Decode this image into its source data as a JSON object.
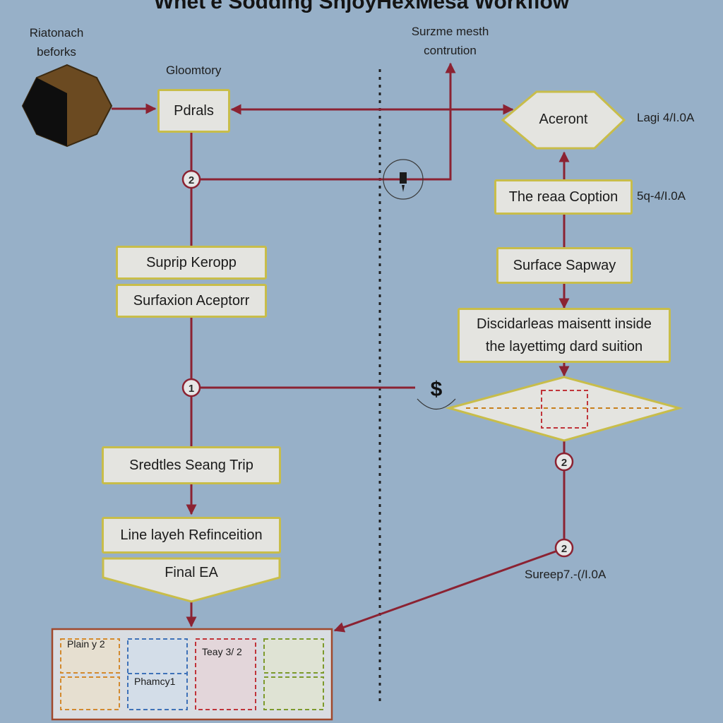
{
  "title": "Whet'e Sodding SnjoyHexMesa Workflow",
  "labels": {
    "top_left_1": "Riatonach",
    "top_left_2": "beforks",
    "gloomtory": "Gloomtory",
    "top_mid_1": "Surzme mesth",
    "top_mid_2": "contrution",
    "side_1": "Lagi 4/I.0A",
    "side_2": "5q-4/I.0A",
    "side_3": "Sureep7.-(/I.0A"
  },
  "left_flow": {
    "pdrals": "Pdrals",
    "suprip": "Suprip Keropp",
    "surfaxion": "Surfaxion Aceptorr",
    "sredtles": "Sredtles Seang Trip",
    "line_layeh": "Line layeh Refinceition",
    "final": "Final EA"
  },
  "right_flow": {
    "aceront": "Aceront",
    "rea_coption": "The reaa Coption",
    "surface": "Surface Sapway",
    "disc_line1": "Discidarleas maisentt inside",
    "disc_line2": "the layettimg dard suition"
  },
  "badges": {
    "b1": "2",
    "b2": "1",
    "b3": "2",
    "b4": "2",
    "dollar": "$"
  },
  "panel": {
    "cell1": "Plain y 2",
    "cell2": "Phamcy1",
    "cell3": "Teay 3/ 2"
  },
  "colors": {
    "background": "#97b0c8",
    "arrow": "#8b2232",
    "box_fill": "#e4e4e0",
    "box_border": "#c8bd4a"
  }
}
